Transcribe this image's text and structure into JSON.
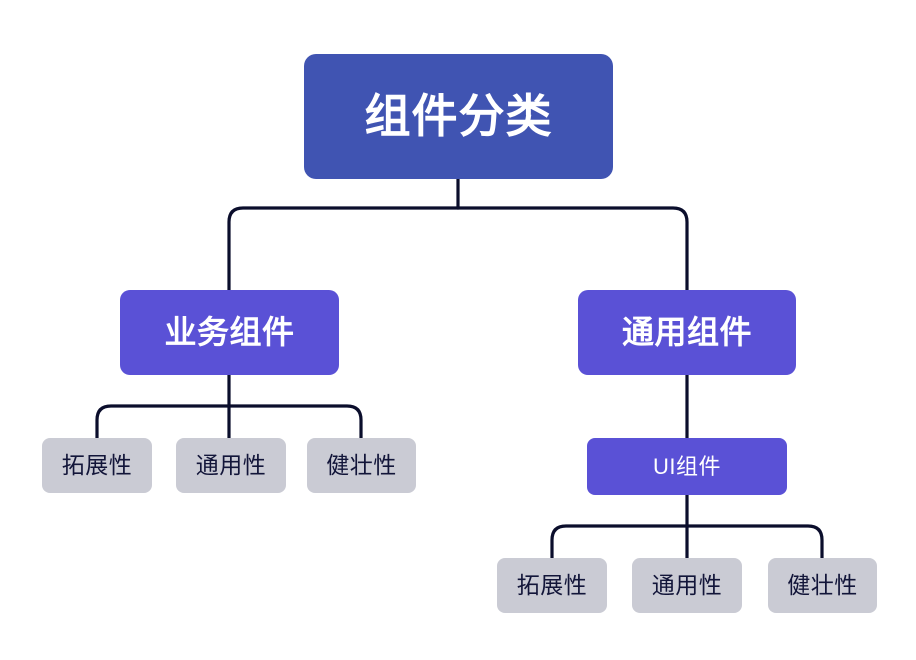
{
  "diagram": {
    "title": "组件分类",
    "type": "tree-hierarchy-diagram",
    "background_color": "#ffffff",
    "colors": {
      "root_fill": "#4054b2",
      "branch_fill": "#5a51d6",
      "leaf_fill": "#cacbd4",
      "connector_stroke": "#0b0e2c",
      "light_text": "#ffffff",
      "dark_text": "#121539"
    },
    "nodes": {
      "root": {
        "label": "组件分类"
      },
      "business": {
        "label": "业务组件"
      },
      "common": {
        "label": "通用组件"
      },
      "ui": {
        "label": "UI组件"
      },
      "business_leaves": [
        {
          "label": "拓展性"
        },
        {
          "label": "通用性"
        },
        {
          "label": "健壮性"
        }
      ],
      "ui_leaves": [
        {
          "label": "拓展性"
        },
        {
          "label": "通用性"
        },
        {
          "label": "健壮性"
        }
      ]
    }
  }
}
